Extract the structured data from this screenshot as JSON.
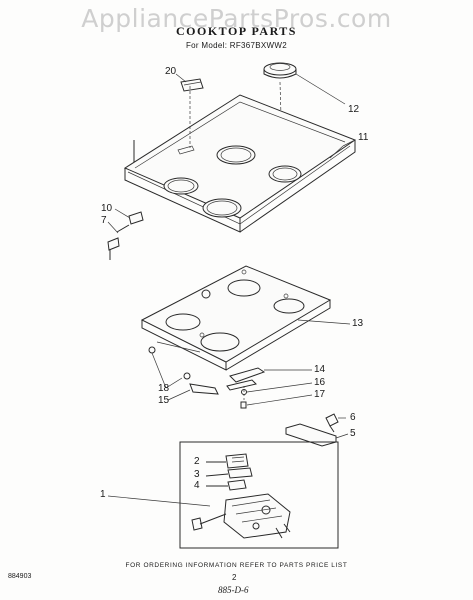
{
  "watermark": "AppliancePartsPros.com",
  "title": "COOKTOP PARTS",
  "model_line": "For Model: RF367BXWW2",
  "callouts": {
    "c20": "20",
    "c12": "12",
    "c11": "11",
    "c10": "10",
    "c7": "7",
    "c13": "13",
    "c14": "14",
    "c16": "16",
    "c17": "17",
    "c18": "18",
    "c15": "15",
    "c6": "6",
    "c5": "5",
    "c2": "2",
    "c3": "3",
    "c4": "4",
    "c1": "1"
  },
  "footer_note": "FOR ORDERING INFORMATION REFER TO PARTS PRICE LIST",
  "doc_code": "884903",
  "page_number": "2",
  "handwritten_mark": "885-D-6"
}
